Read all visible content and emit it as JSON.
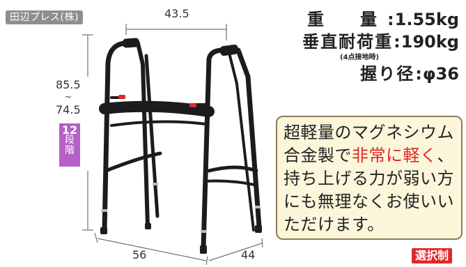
{
  "maker_label": "田辺プレス(株)",
  "dimensions": {
    "width": "43.5",
    "height_max": "85.5",
    "height_tilde": "~",
    "height_min": "74.5",
    "depth_front": "56",
    "depth_side": "44"
  },
  "adjust_badge": {
    "number": "12",
    "line1": "段",
    "line2": "階"
  },
  "specs": {
    "weight": {
      "label": "重　量",
      "sep": ":",
      "value": "1.55kg"
    },
    "load": {
      "label": "垂直耐荷重",
      "sep": ":",
      "value": "190kg",
      "note": "(4点接地時)"
    },
    "grip": {
      "label": "握り径",
      "sep": ":",
      "value": "φ36"
    }
  },
  "description": {
    "part1": "超軽量のマグネシウム合金製で",
    "highlight": "非常に軽く",
    "part2": "、持ち上げる力が弱い方にも無理なくお使いいただけます。"
  },
  "badge_select": "選択制",
  "colors": {
    "frame": "#1c1c1c",
    "accent_red": "#e0282a",
    "badge_purple": "#b65fc4",
    "box_fill": "#fcf6db",
    "box_border": "#8c7b55"
  }
}
